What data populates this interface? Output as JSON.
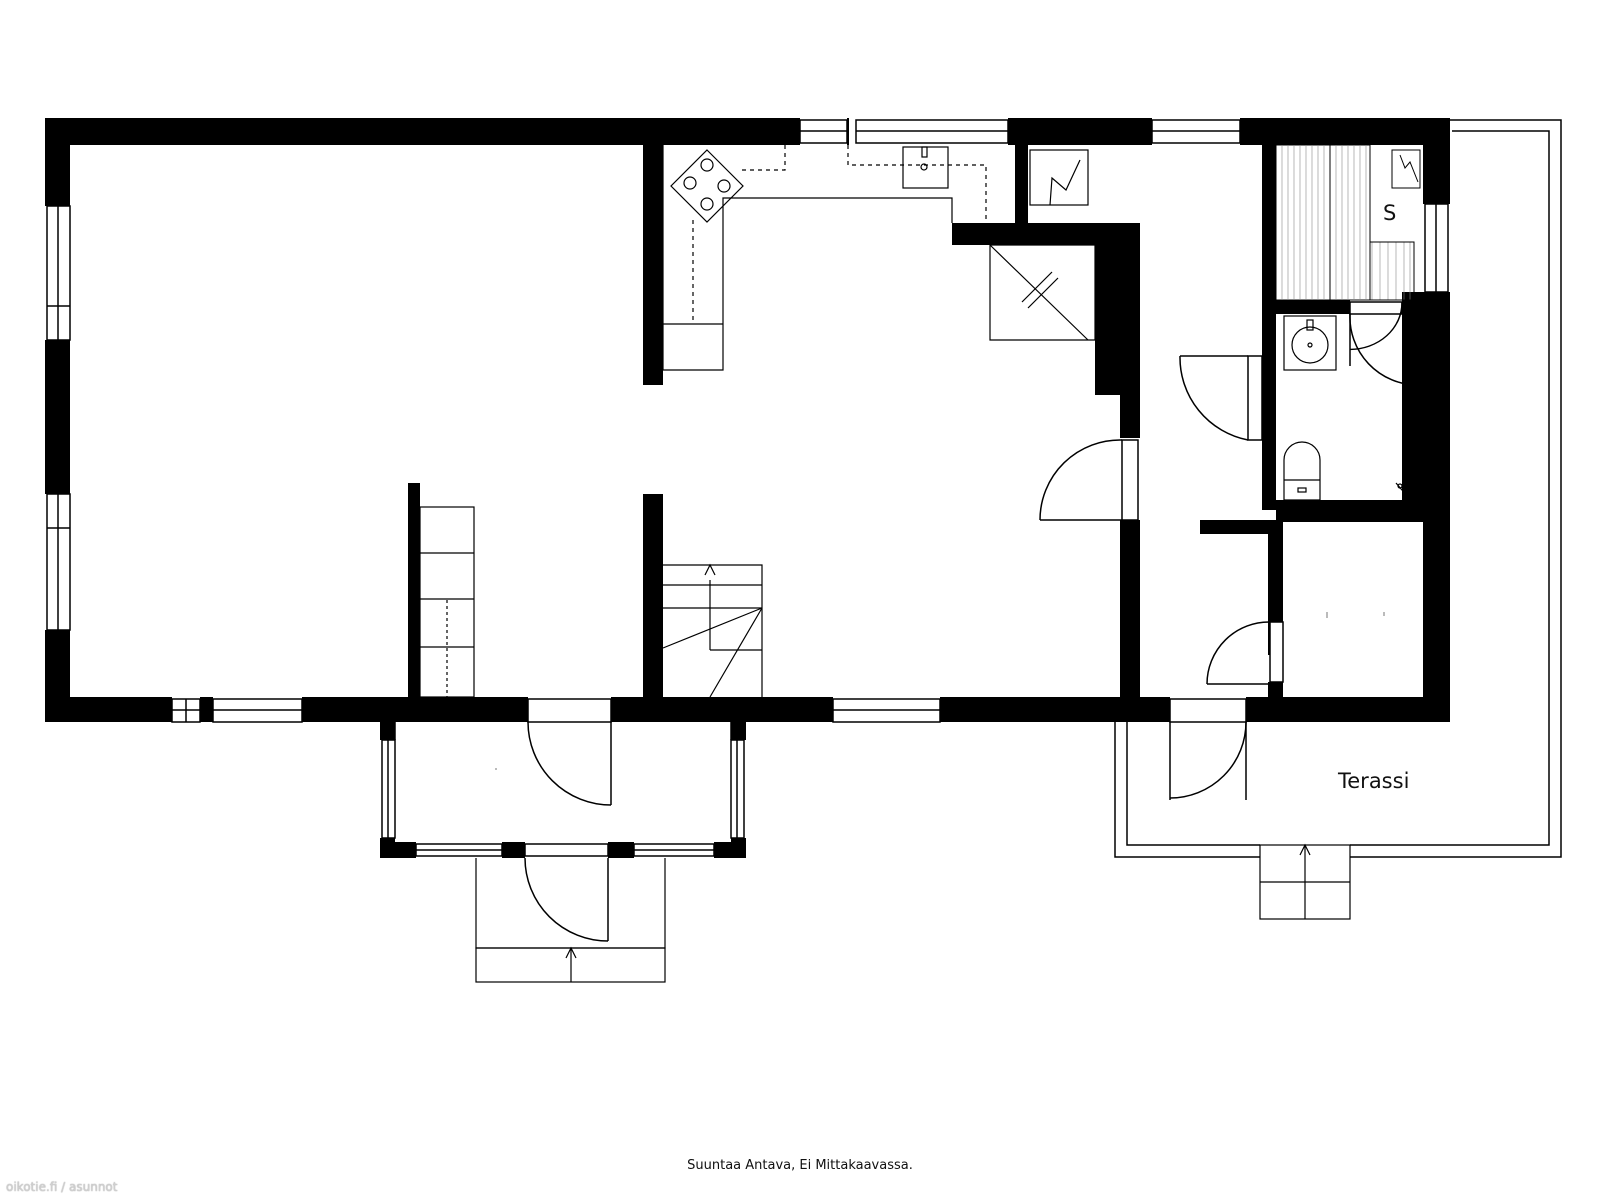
{
  "labels": {
    "terrace": "Terassi",
    "sauna": "S"
  },
  "footer": {
    "caption": "Suuntaa Antava, Ei Mittakaavassa.",
    "watermark": "oikotie.fi / asunnot"
  },
  "colors": {
    "wall": "#000000",
    "line": "#000000",
    "background": "#ffffff"
  }
}
